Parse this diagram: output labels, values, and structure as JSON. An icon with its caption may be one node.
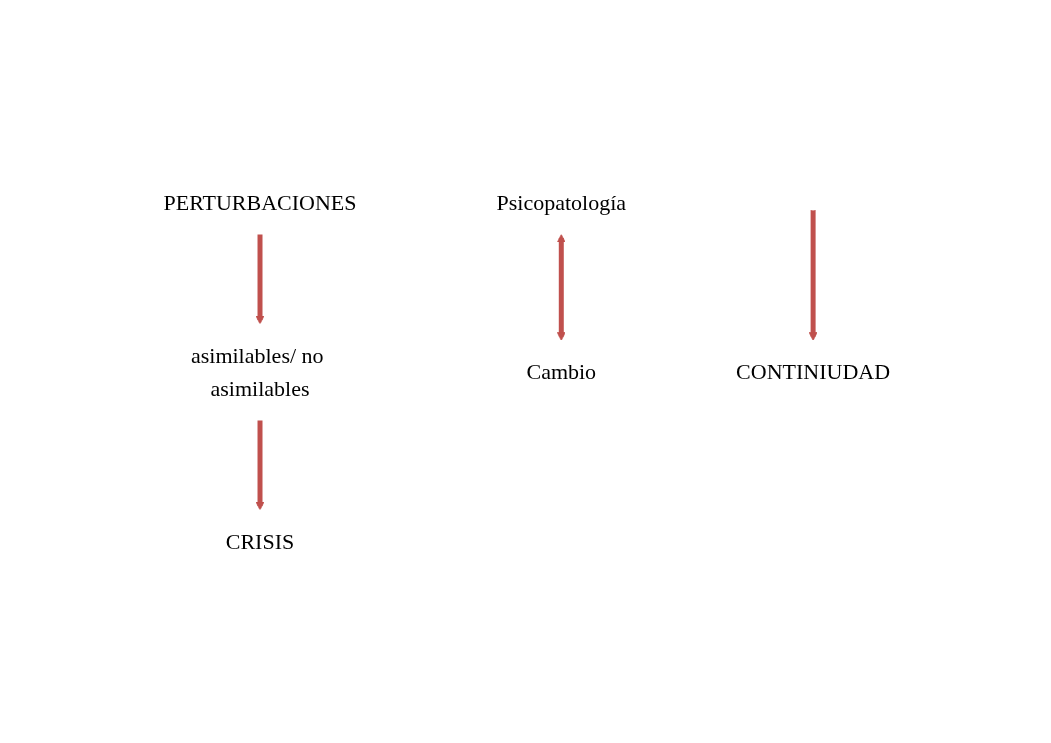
{
  "diagram": {
    "nodes": [
      {
        "text": [
          "PERTURBACIONES"
        ]
      },
      {
        "text": [
          "asimilables/ no asimilables"
        ]
      },
      {
        "text": [
          "CRISIS"
        ]
      },
      {
        "text": [
          "Psicopatología"
        ]
      },
      {
        "text": [
          "Cambio"
        ]
      },
      {
        "text": [
          "CONTINIUDAD"
        ]
      }
    ],
    "edges": [
      {
        "from": 0,
        "to": 1,
        "arrow": "to"
      },
      {
        "from": 1,
        "to": 2,
        "arrow": "to"
      },
      {
        "from": 3,
        "to": 4,
        "arrow": "both"
      },
      {
        "from": null,
        "to": 5,
        "arrow": "to"
      }
    ]
  }
}
